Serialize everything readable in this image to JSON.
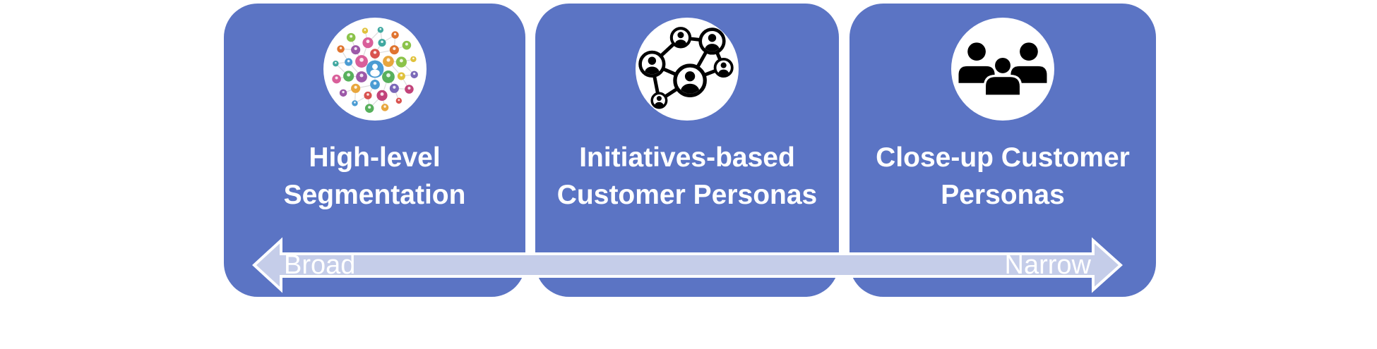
{
  "diagram": {
    "cards": [
      {
        "icon": "segmentation-sphere-icon",
        "title_lines": [
          "High-level",
          "Segmentation"
        ]
      },
      {
        "icon": "persona-network-icon",
        "title_lines": [
          "Initiatives-based",
          "Customer Personas"
        ]
      },
      {
        "icon": "people-group-icon",
        "title_lines": [
          "Close-up Customer",
          "Personas"
        ]
      }
    ],
    "axis": {
      "left_label": "Broad",
      "right_label": "Narrow"
    },
    "colors": {
      "card_fill": "#5B74C4",
      "arrow_fill": "#C5CDE9",
      "arrow_outline": "#FFFFFF",
      "title_color": "#FFFFFF"
    }
  }
}
